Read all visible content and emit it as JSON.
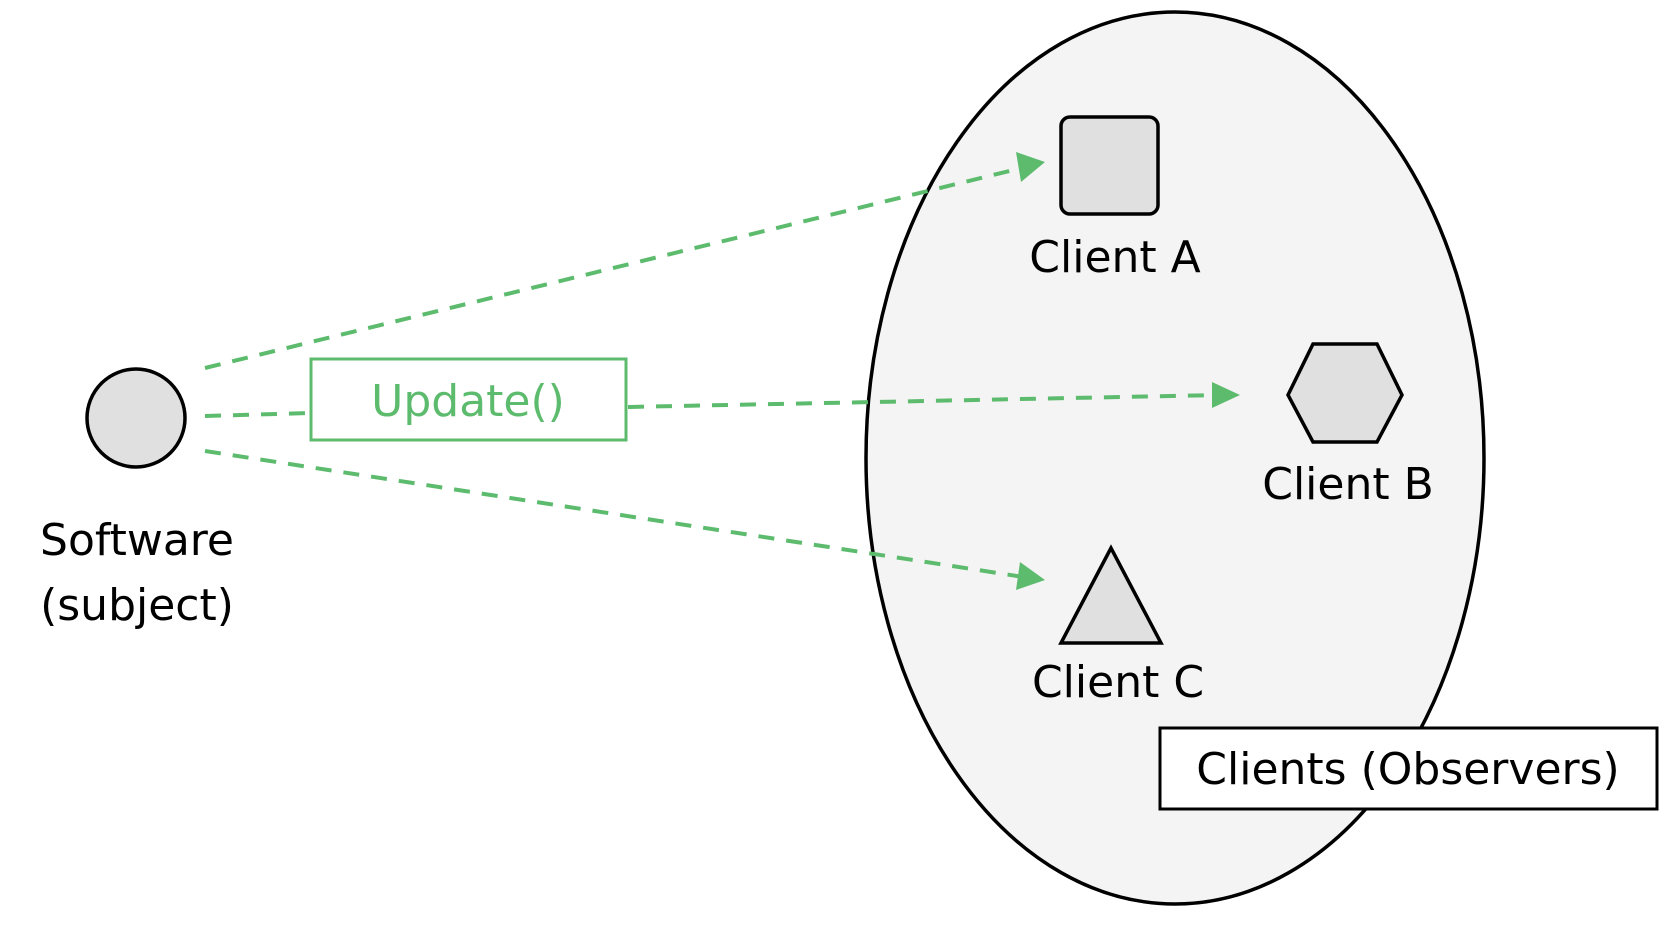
{
  "subject": {
    "label_line1": "Software",
    "label_line2": "(subject)"
  },
  "message": {
    "label": "Update()"
  },
  "clients": [
    {
      "label": "Client A",
      "shape": "square"
    },
    {
      "label": "Client B",
      "shape": "hexagon"
    },
    {
      "label": "Client C",
      "shape": "triangle"
    }
  ],
  "group": {
    "label": "Clients (Observers)"
  },
  "colors": {
    "arrow": "#5dbb6e",
    "shape_fill": "#e0e0e0",
    "group_fill": "#f4f4f4",
    "stroke": "#000000"
  }
}
